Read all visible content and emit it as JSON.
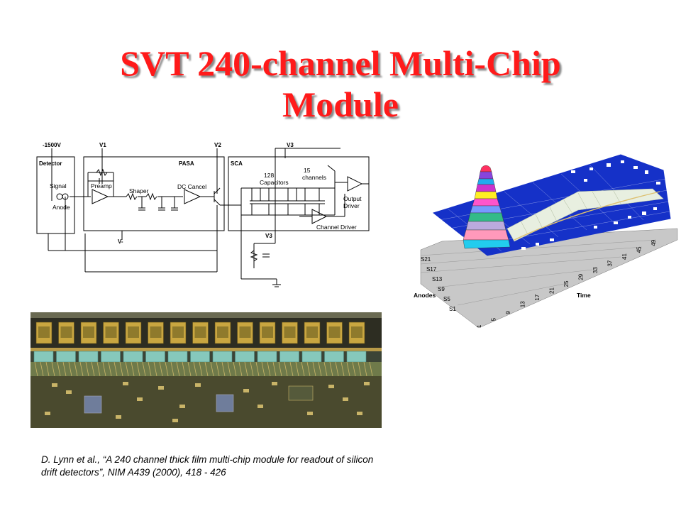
{
  "slide": {
    "title_line1": "SVT 240-channel Multi-Chip",
    "title_line2": "Module",
    "title_color": "#ff1a1a",
    "citation_line1": "D. Lynn et al., “A 240 channel thick film multi-chip module for readout of silicon",
    "citation_line2": "drift detectors”,  NIM A439 (2000), 418 - 426"
  },
  "schematic": {
    "label_hv": "-1500V",
    "label_v1": "V1",
    "label_v2": "V2",
    "label_v3_top": "V3",
    "label_v3_bottom": "V3",
    "label_vminus": "V-",
    "label_detector": "Detector",
    "label_pasa": "PASA",
    "label_sca": "SCA",
    "label_signal": "Signal",
    "label_anode": "Anode",
    "label_preamp": "Preamp",
    "label_shaper": "Shaper",
    "label_dccancel": "DC Cancel",
    "label_cap_count": "128",
    "label_capacitors": "Capacitors",
    "label_ch_count": "15",
    "label_channels": "channels",
    "label_output": "Output",
    "label_driver": "Driver",
    "label_channel_driver": "Channel Driver"
  },
  "plot3d": {
    "axis_anodes": "Anodes",
    "axis_time": "Time",
    "anode_ticks": [
      "S21",
      "S17",
      "S13",
      "S9",
      "S5",
      "S1"
    ],
    "time_ticks": [
      "1",
      "5",
      "9",
      "13",
      "17",
      "21",
      "25",
      "29",
      "33",
      "37",
      "41",
      "45",
      "49"
    ],
    "colors": {
      "surface": "#1531c8",
      "floor": "#c8c8c8",
      "mesh": "#ffffff"
    }
  }
}
